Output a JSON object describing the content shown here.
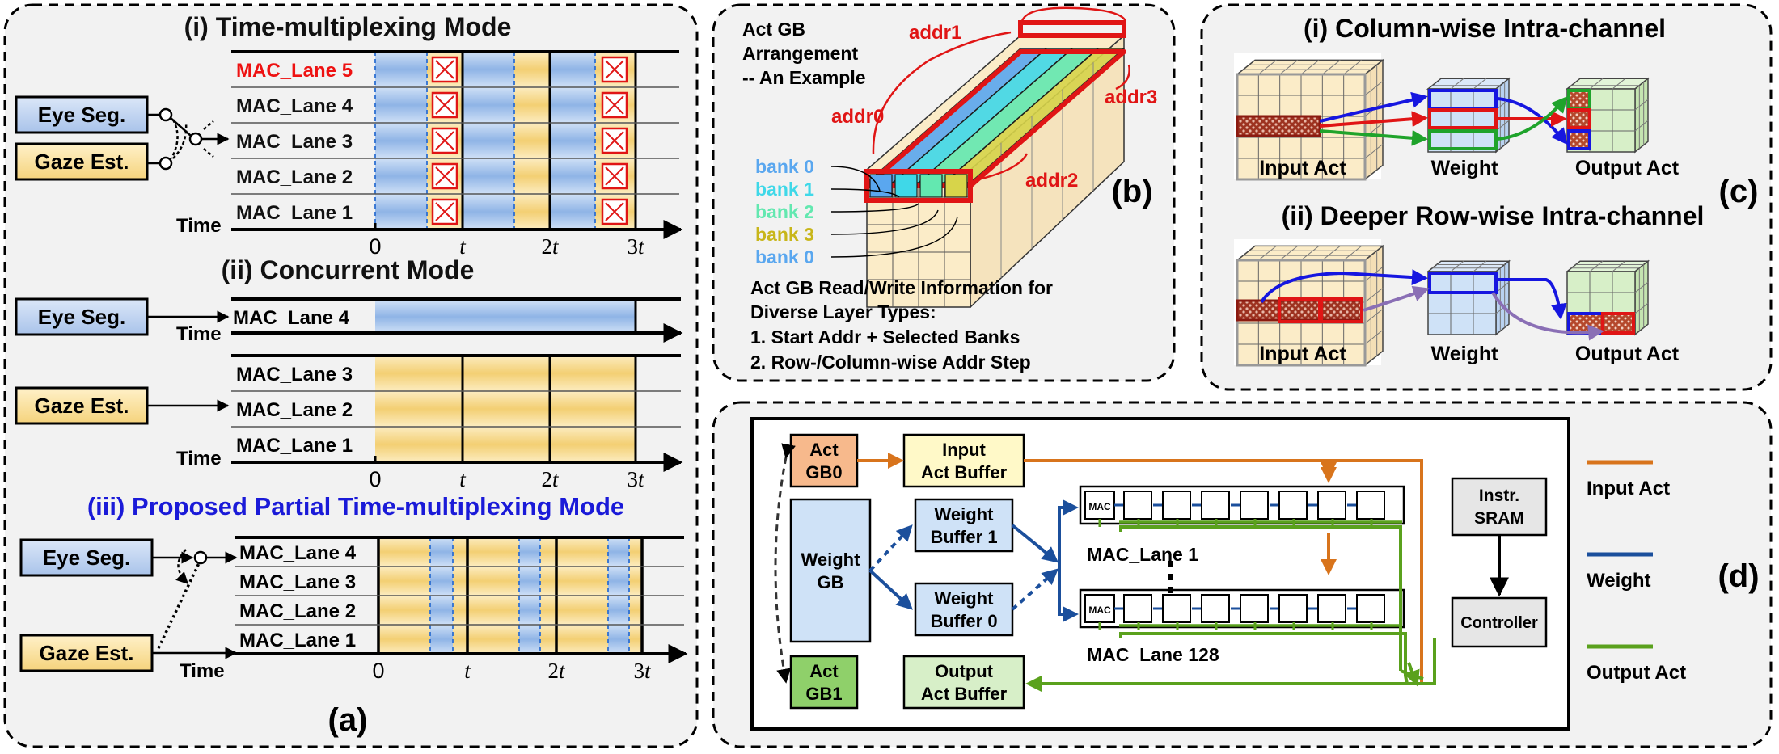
{
  "panel_a": {
    "label": "(a)",
    "time_label": "Time",
    "mode1": {
      "title": "(i) Time-multiplexing Mode",
      "lanes": [
        "MAC_Lane 5",
        "MAC_Lane 4",
        "MAC_Lane 3",
        "MAC_Lane 2",
        "MAC_Lane 1"
      ],
      "highlight_lane_color": "#ee1111",
      "inputs": [
        "Eye Seg.",
        "Gaze Est."
      ],
      "ticks": [
        "0",
        "t",
        "2t",
        "3t"
      ]
    },
    "mode2": {
      "title": "(ii) Concurrent Mode",
      "eye_input": "Eye Seg.",
      "eye_lane": "MAC_Lane 4",
      "gaze_input": "Gaze Est.",
      "gaze_lanes": [
        "MAC_Lane 3",
        "MAC_Lane 2",
        "MAC_Lane 1"
      ],
      "ticks": [
        "0",
        "t",
        "2t",
        "3t"
      ]
    },
    "mode3": {
      "title": "(iii) Proposed Partial Time-multiplexing Mode",
      "title_color": "#1a1ad8",
      "lanes": [
        "MAC_Lane 4",
        "MAC_Lane 3",
        "MAC_Lane 2",
        "MAC_Lane 1"
      ],
      "inputs": [
        "Eye Seg.",
        "Gaze Est."
      ],
      "ticks": [
        "0",
        "t",
        "2t",
        "3t"
      ]
    }
  },
  "panel_b": {
    "label": "(b)",
    "title_lines": [
      "Act GB",
      "Arrangement",
      "-- An Example"
    ],
    "addr_labels": [
      "addr0",
      "addr1",
      "addr2",
      "addr3"
    ],
    "banks": [
      {
        "name": "bank 0",
        "color": "#5aa7ef"
      },
      {
        "name": "bank 1",
        "color": "#3fd8e8"
      },
      {
        "name": "bank 2",
        "color": "#63e8b0"
      },
      {
        "name": "bank 3",
        "color": "#c8b61a"
      },
      {
        "name": "bank 0",
        "color": "#5aa7ef"
      }
    ],
    "info_lines": [
      "Act GB Read/Write Information for",
      "Diverse Layer Types:",
      "1. Start Addr + Selected Banks",
      "2. Row-/Column-wise Addr Step"
    ]
  },
  "panel_c": {
    "label": "(c)",
    "title1": "(i) Column-wise Intra-channel",
    "title2": "(ii) Deeper Row-wise Intra-channel",
    "labels": [
      "Input Act",
      "Weight",
      "Output Act"
    ]
  },
  "panel_d": {
    "label": "(d)",
    "act_gb0": [
      "Act",
      "GB0"
    ],
    "input_buffer": [
      "Input",
      "Act Buffer"
    ],
    "weight_gb": [
      "Weight",
      "GB"
    ],
    "weight_buf1": [
      "Weight",
      "Buffer 1"
    ],
    "weight_buf0": [
      "Weight",
      "Buffer 0"
    ],
    "act_gb1": [
      "Act",
      "GB1"
    ],
    "output_buffer": [
      "Output",
      "Act Buffer"
    ],
    "mac_small": "MAC",
    "lane1": "MAC_Lane 1",
    "lane128": "MAC_Lane 128",
    "instr": [
      "Instr.",
      "SRAM"
    ],
    "controller": "Controller",
    "legend": [
      {
        "label": "Input Act",
        "color": "#d8741c"
      },
      {
        "label": "Weight",
        "color": "#1b4f9c"
      },
      {
        "label": "Output Act",
        "color": "#5aa11d"
      }
    ]
  }
}
